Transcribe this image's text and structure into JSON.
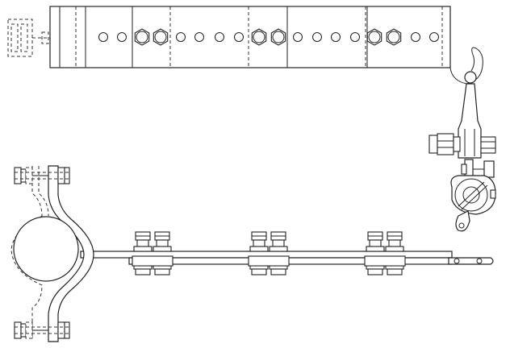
{
  "figure": {
    "kind": "technical line drawing",
    "description_visible_text": ""
  },
  "parts": {
    "upper_bar": {
      "hole_count": 18,
      "bolt_count": 6
    },
    "lower_rod": {
      "clamp_groups": 3
    },
    "pipe_clamp": {
      "bolt_sets": 4
    },
    "hanger": {
      "parts": [
        "hook",
        "clevis",
        "bolt",
        "eye-ring"
      ]
    }
  },
  "colors": {
    "line": "#222222",
    "background": "#ffffff"
  }
}
